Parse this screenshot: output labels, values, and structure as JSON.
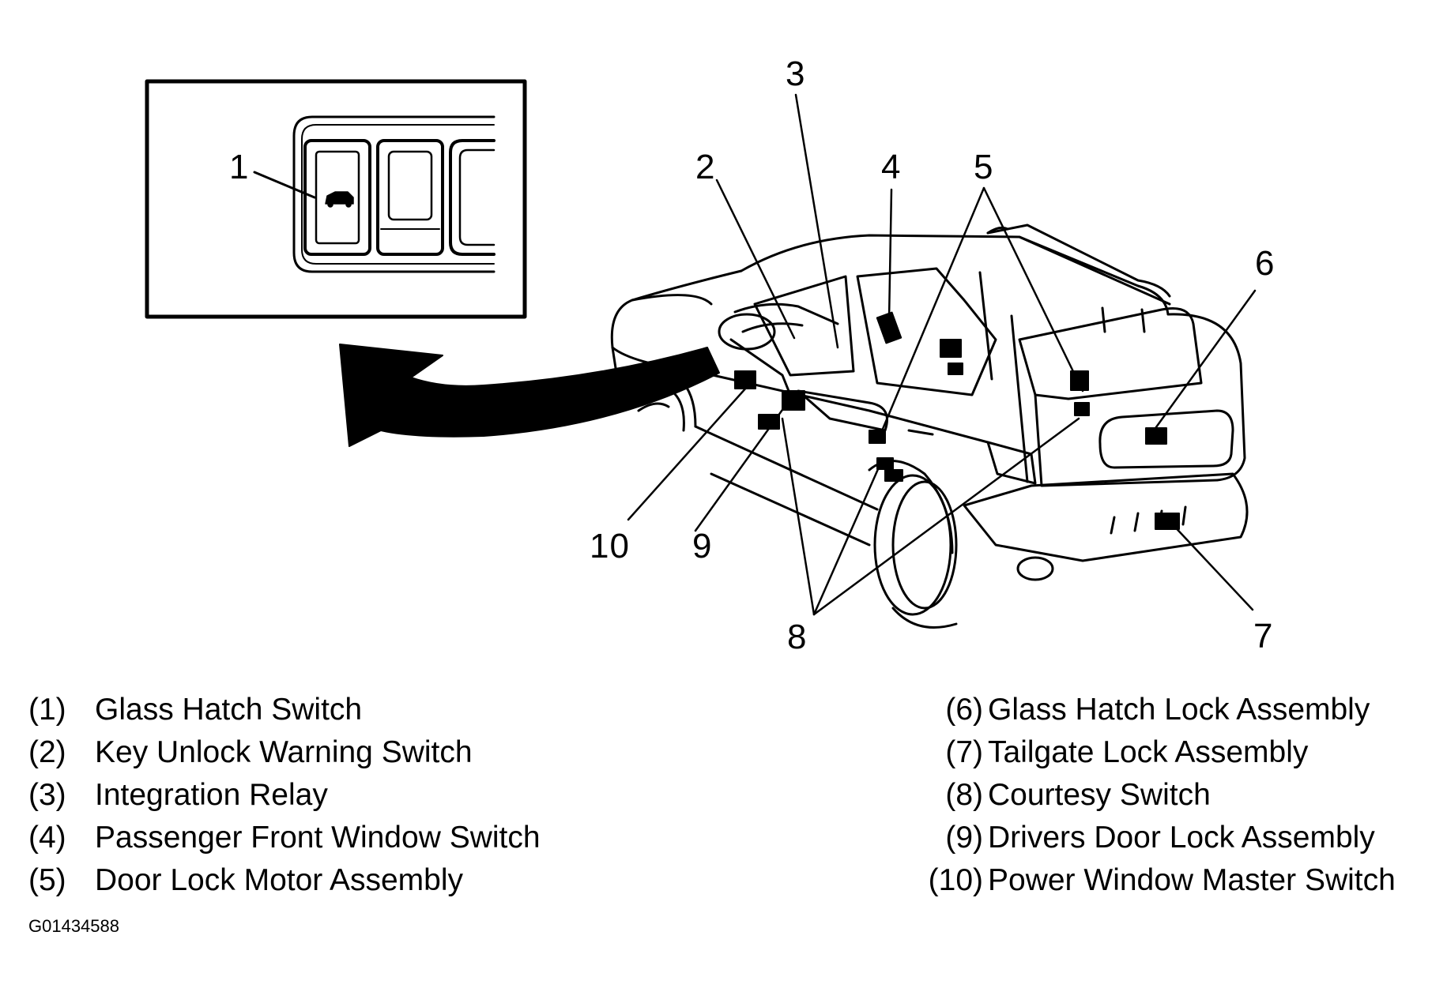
{
  "callouts": {
    "c1": "1",
    "c2": "2",
    "c3": "3",
    "c4": "4",
    "c5": "5",
    "c6": "6",
    "c7": "7",
    "c8": "8",
    "c9": "9",
    "c10": "10"
  },
  "legend": {
    "left": [
      {
        "num": "(1)",
        "text": "Glass Hatch Switch"
      },
      {
        "num": "(2)",
        "text": "Key Unlock Warning Switch"
      },
      {
        "num": "(3)",
        "text": "Integration Relay"
      },
      {
        "num": "(4)",
        "text": "Passenger Front Window Switch"
      },
      {
        "num": "(5)",
        "text": "Door Lock Motor Assembly"
      }
    ],
    "right": [
      {
        "num": "(6)",
        "text": "Glass Hatch Lock Assembly"
      },
      {
        "num": "(7)",
        "text": "Tailgate Lock Assembly"
      },
      {
        "num": "(8)",
        "text": "Courtesy Switch"
      },
      {
        "num": "(9)",
        "text": "Drivers Door Lock Assembly"
      },
      {
        "num": "(10)",
        "text": "Power Window Master Switch"
      }
    ]
  },
  "figure_id": "G01434588",
  "colors": {
    "ink": "#000000",
    "background": "#ffffff"
  }
}
